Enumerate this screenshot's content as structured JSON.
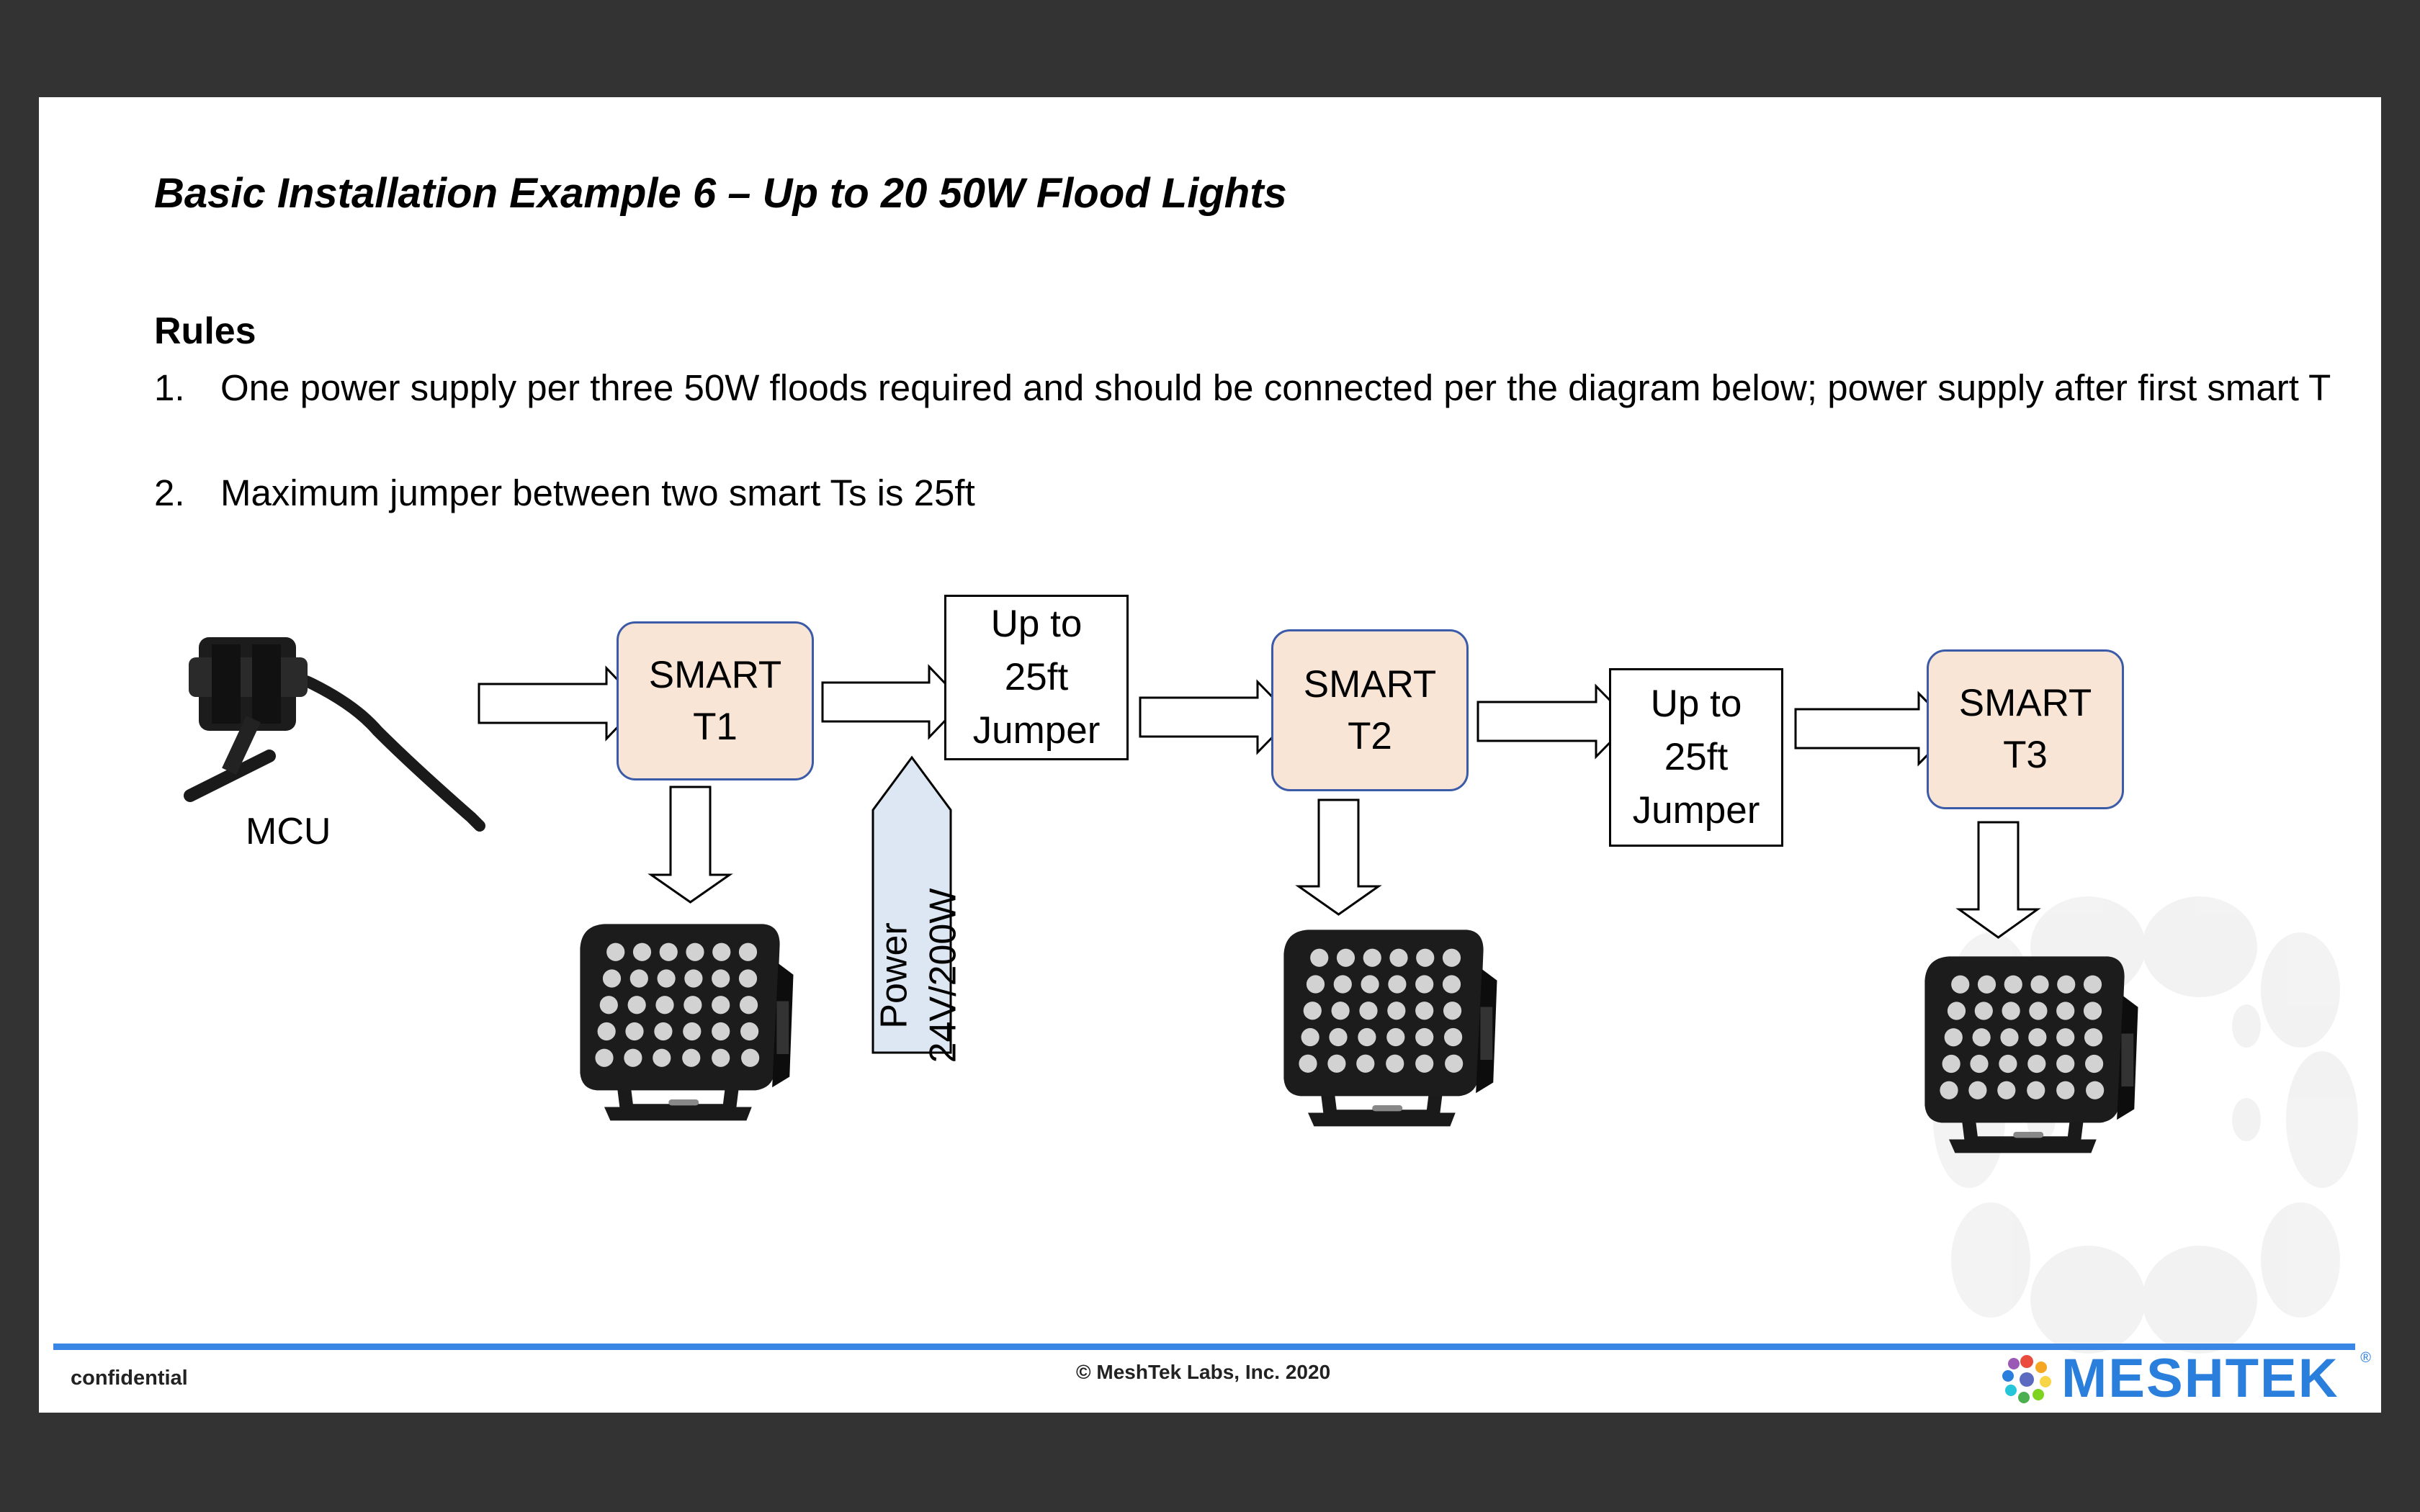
{
  "title": "Basic Installation Example 6 – Up to 20 50W Flood Lights",
  "rules": {
    "heading": "Rules",
    "items": [
      {
        "num": "1.",
        "text": "One power supply per three 50W floods required and should be connected per the diagram below; power supply after first smart T"
      },
      {
        "num": "2.",
        "text": "Maximum jumper between two smart Ts is 25ft"
      }
    ]
  },
  "diagram": {
    "mcu_label": "MCU",
    "smart_t": [
      {
        "line1": "SMART",
        "line2": "T1"
      },
      {
        "line1": "SMART",
        "line2": "T2"
      },
      {
        "line1": "SMART",
        "line2": "T3"
      }
    ],
    "jumpers": [
      {
        "line1": "Up to",
        "line2": "25ft",
        "line3": "Jumper"
      },
      {
        "line1": "Up to",
        "line2": "25ft",
        "line3": "Jumper"
      }
    ],
    "power": {
      "line1": "Power",
      "line2": "24V/200W"
    }
  },
  "footer": {
    "confidential": "confidential",
    "copyright": "© MeshTek Labs, Inc. 2020",
    "logo_text": "MESHTEK",
    "logo_mark": "®"
  },
  "colors": {
    "smart_fill": "#f8e5d6",
    "smart_border": "#3b5ba8",
    "power_fill": "#dde7f3",
    "footer_line": "#3a86e4",
    "logo_blue": "#2a7fdc"
  }
}
